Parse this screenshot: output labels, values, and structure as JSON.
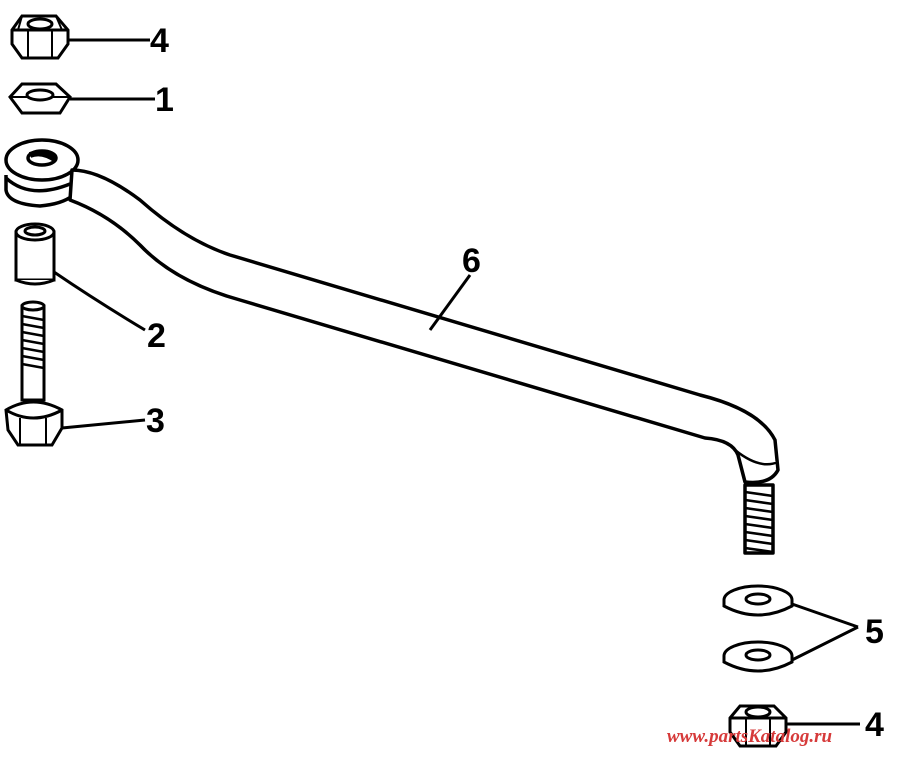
{
  "diagram": {
    "callouts": {
      "nut_top": "4",
      "washer_top": "1",
      "spacer": "2",
      "bolt": "3",
      "tie_bar": "6",
      "washers_bottom": "5",
      "nut_bottom": "4"
    },
    "watermark": "www.partsKatalog.ru",
    "colors": {
      "line": "#000000",
      "background": "#ffffff",
      "watermark": "#d63a3a"
    }
  }
}
